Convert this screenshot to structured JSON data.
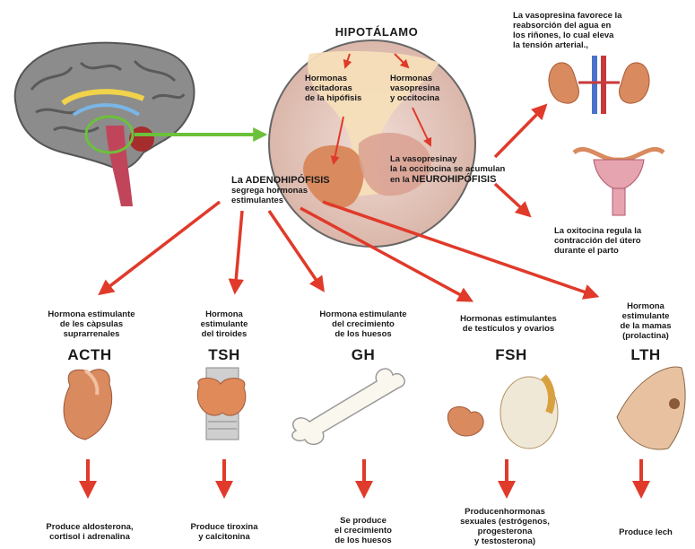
{
  "hypothalamus_title": "HIPOTÁLAMO",
  "hypophysis_label": "Hormonas\nexcitadoras\nde la hipófisis",
  "vasopressin_oxytocin_label": "Hormonas\nvasopresina\ny occitocina",
  "neurohypophysis_label": {
    "line1": "La vasopresinay\nla la occitocina se acumulan\nen la ",
    "emphasis": "NEUROHIPÓFISIS"
  },
  "adenohypophysis_label": {
    "emphasis": "La ADENOHIPÓFISIS",
    "rest": "segrega hormonas\nestimulantes"
  },
  "vasopressin_effect": "La vasopresina favorece la\nreabsorción del agua en\nlos riñones, lo cual eleva\nla tensión arterial.,",
  "oxytocin_effect": "La oxitocina regula la\ncontracción  del útero\ndurante el parto",
  "hormones": [
    {
      "description": "Hormona estimulante\nde les càpsulas\nsuprarrenales",
      "name": "ACTH",
      "effect": "Produce aldosterona,\ncortisol i adrenalina"
    },
    {
      "description": "Hormona\nestimulante\ndel tiroides",
      "name": "TSH",
      "effect": "Produce tiroxina\ny calcitonina"
    },
    {
      "description": "Hormona estimulante\ndel crecimiento\nde los huesos",
      "name": "GH",
      "effect": "Se produce\nel crecimiento\nde los huesos"
    },
    {
      "description": "Hormonas estimulantes\nde testículos y ovarios",
      "name": "FSH",
      "effect": "Producenhormonas\nsexuales (estrógenos,\nprogesterona\ny testosterona)"
    },
    {
      "description": "Hormona\nestimulante\nde la mamas\n(prolactina)",
      "name": "LTH",
      "effect": "Produce lech"
    }
  ],
  "colors": {
    "arrow": "#e03a2a",
    "green_arrow": "#6cc13a",
    "circle_bg": "#e8cfc7",
    "gland": "#d98a5e"
  }
}
